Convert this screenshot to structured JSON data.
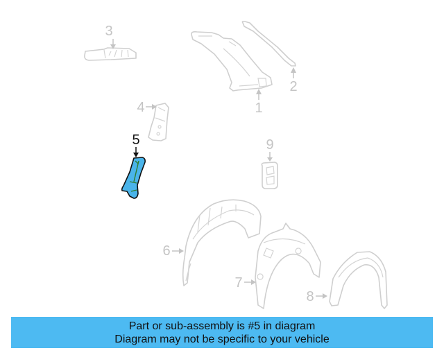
{
  "diagram": {
    "highlighted_part": "5",
    "highlight_color": "#4ab4ea",
    "parts": [
      {
        "callout": "1"
      },
      {
        "callout": "2"
      },
      {
        "callout": "3"
      },
      {
        "callout": "4"
      },
      {
        "callout": "5"
      },
      {
        "callout": "6"
      },
      {
        "callout": "7"
      },
      {
        "callout": "8"
      },
      {
        "callout": "9"
      }
    ]
  },
  "banner": {
    "line1": "Part or sub-assembly is #5 in diagram",
    "line2": "Diagram may not be specific to your vehicle",
    "background": "#4dbaf2"
  }
}
